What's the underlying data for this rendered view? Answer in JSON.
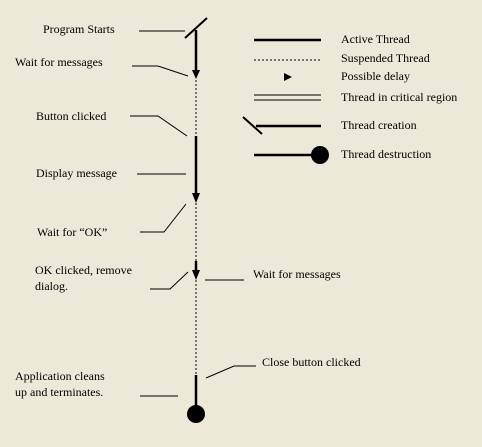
{
  "events": {
    "program_starts": "Program Starts",
    "wait_for_messages_1": "Wait for messages",
    "button_clicked": "Button clicked",
    "display_message": "Display message",
    "wait_for_ok": "Wait for “OK”",
    "ok_clicked_line1": "OK clicked, remove",
    "ok_clicked_line2": "dialog.",
    "wait_for_messages_2": "Wait for messages",
    "close_button_clicked": "Close button clicked",
    "app_cleans_line1": "Application cleans",
    "app_cleans_line2": "up and terminates."
  },
  "legend": {
    "active_thread": "Active Thread",
    "suspended_thread": "Suspended Thread",
    "possible_delay": "Possible delay",
    "critical_region": "Thread in critical region",
    "thread_creation": "Thread creation",
    "thread_destruction": "Thread destruction"
  },
  "colors": {
    "background": "#ECE9D8",
    "ink": "#000000"
  }
}
